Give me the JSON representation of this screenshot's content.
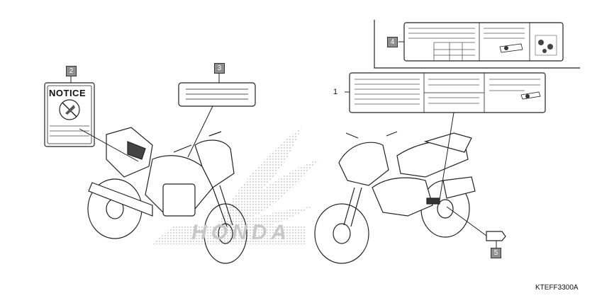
{
  "callouts": [
    {
      "id": "callout-1",
      "label": "1"
    },
    {
      "id": "callout-2",
      "label": "2"
    },
    {
      "id": "callout-3",
      "label": "3"
    },
    {
      "id": "callout-4",
      "label": "4"
    },
    {
      "id": "callout-5",
      "label": "5"
    }
  ],
  "notice_label": {
    "heading": "NOTICE"
  },
  "watermark": {
    "brand_text": "HONDA"
  },
  "diagram_code": "KTEFF3300A"
}
